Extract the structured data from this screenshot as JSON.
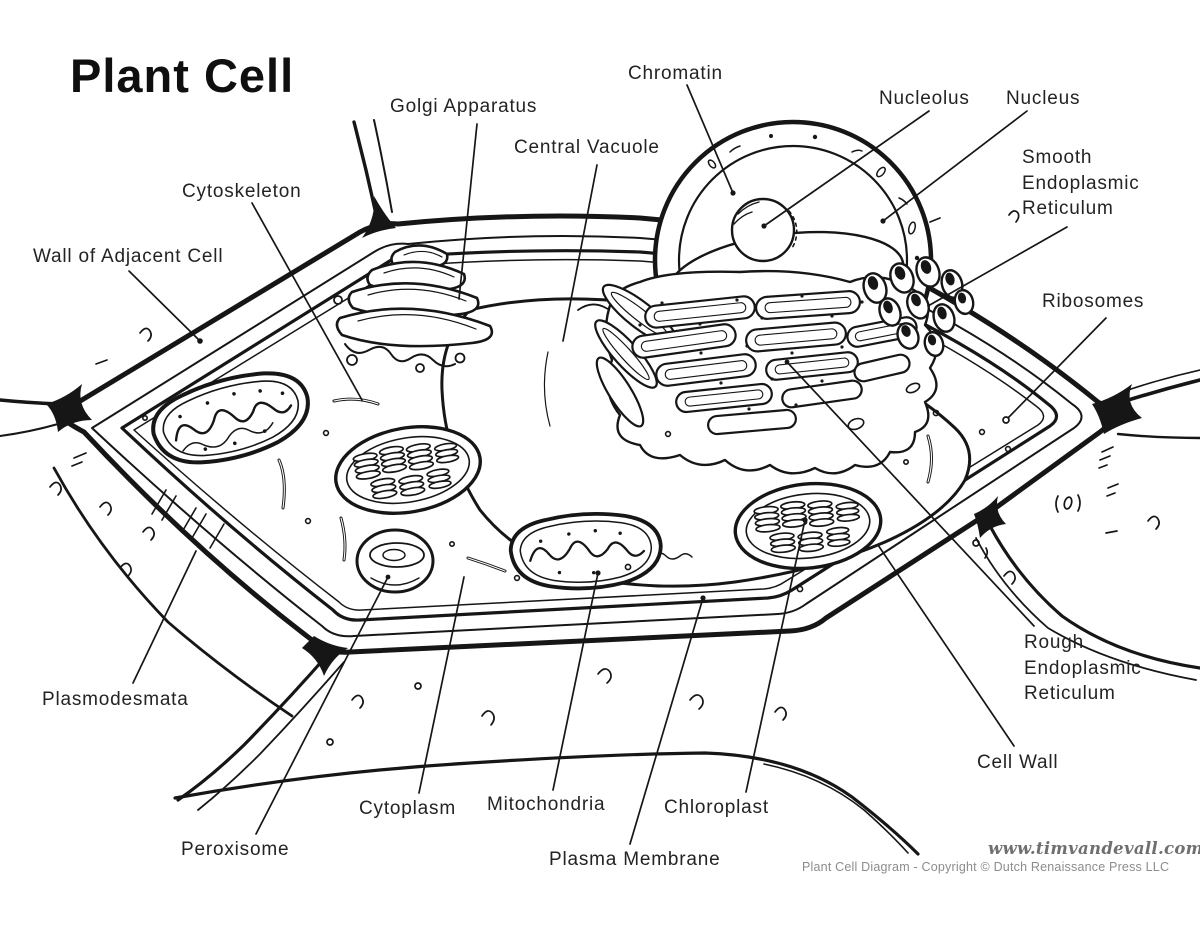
{
  "title": "Plant Cell",
  "labels": {
    "golgi_apparatus": "Golgi Apparatus",
    "central_vacuole": "Central Vacuole",
    "chromatin": "Chromatin",
    "nucleolus": "Nucleolus",
    "nucleus": "Nucleus",
    "smooth_er": "Smooth\nEndoplasmic\nReticulum",
    "cytoskeleton": "Cytoskeleton",
    "wall_of_adjacent_cell": "Wall of Adjacent Cell",
    "ribosomes": "Ribosomes",
    "plasmodesmata": "Plasmodesmata",
    "rough_er": "Rough\nEndoplasmic\nReticulum",
    "cell_wall": "Cell Wall",
    "cytoplasm": "Cytoplasm",
    "mitochondria": "Mitochondria",
    "chloroplast": "Chloroplast",
    "plasma_membrane": "Plasma Membrane",
    "peroxisome": "Peroxisome"
  },
  "footer": {
    "website": "www.timvandevall.com",
    "copyright": "Plant Cell Diagram - Copyright © Dutch Renaissance Press LLC"
  },
  "colors": {
    "ink": "#161616",
    "label_text": "#232323",
    "muted_text": "#8c8c8c"
  }
}
